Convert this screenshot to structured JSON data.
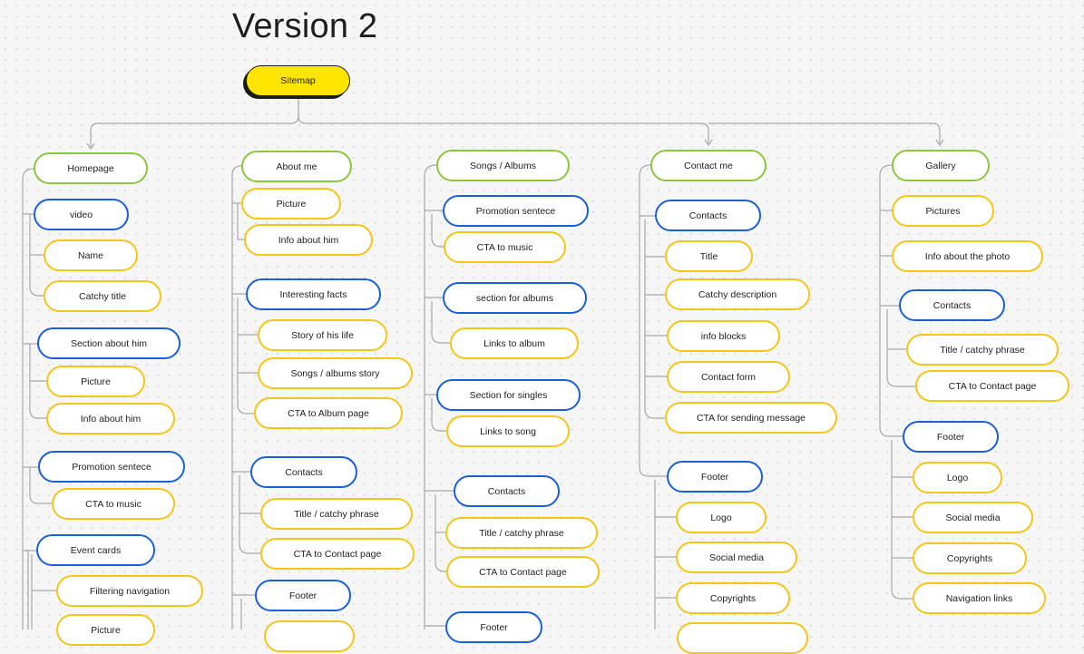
{
  "title": "Version 2",
  "sitemap": {
    "root": "Sitemap",
    "columns": {
      "homepage": {
        "label": "Homepage",
        "items": {
          "video": "video",
          "name": "Name",
          "catchy_title": "Catchy title",
          "section_about_him": "Section about him",
          "picture": "Picture",
          "info_about_him": "Info about him",
          "promotion_sentece": "Promotion sentece",
          "cta_to_music": "CTA to music",
          "event_cards": "Event cards",
          "filtering_navigation": "Filtering navigation",
          "picture_2": "Picture"
        }
      },
      "about_me": {
        "label": "About me",
        "items": {
          "picture": "Picture",
          "info_about_him": "Info about him",
          "interesting_facts": "Interesting facts",
          "story_of_his_life": "Story of his life",
          "songs_albums_story": "Songs / albums story",
          "cta_to_album_page": "CTA to Album page",
          "contacts": "Contacts",
          "title_catchy_phrase": "Title / catchy phrase",
          "cta_to_contact_page": "CTA to Contact page",
          "footer": "Footer"
        }
      },
      "songs_albums": {
        "label": "Songs / Albums",
        "items": {
          "promotion_sentece": "Promotion sentece",
          "cta_to_music": "CTA to music",
          "section_for_albums": "section for albums",
          "links_to_album": "Links to album",
          "section_for_singles": "Section for singles",
          "links_to_song": "Links to song",
          "contacts": "Contacts",
          "title_catchy_phrase": "Title / catchy phrase",
          "cta_to_contact_page": "CTA to Contact page",
          "footer": "Footer"
        }
      },
      "contact_me": {
        "label": "Contact me",
        "items": {
          "contacts": "Contacts",
          "title": "Title",
          "catchy_description": "Catchy description",
          "info_blocks": "info blocks",
          "contact_form": "Contact form",
          "cta_for_sending_message": "CTA for sending message",
          "footer": "Footer",
          "logo": "Logo",
          "social_media": "Social media",
          "copyrights": "Copyrights"
        }
      },
      "gallery": {
        "label": "Gallery",
        "items": {
          "pictures": "Pictures",
          "info_about_the_photo": "Info about the photo",
          "contacts": "Contacts",
          "title_catchy_phrase": "Title / catchy phrase",
          "cta_to_contact_page": "CTA to Contact page",
          "footer": "Footer",
          "logo": "Logo",
          "social_media": "Social media",
          "copyrights": "Copyrights",
          "navigation_links": "Navigation links"
        }
      }
    }
  },
  "colors": {
    "page_node": "#8cc63f",
    "section_node": "#1a5fd6",
    "item_node": "#f5c518",
    "root_fill": "#ffe500",
    "connector": "#a8a8a8"
  }
}
